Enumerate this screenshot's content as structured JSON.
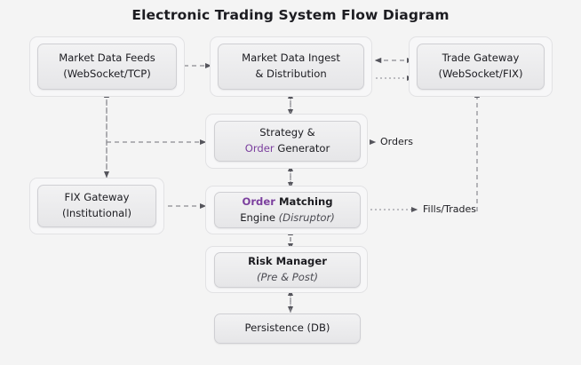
{
  "diagram": {
    "title": "Electronic Trading System Flow Diagram",
    "background": "#f4f4f4",
    "accent_color": "#7b3f9e",
    "line_color": "#8a8a90",
    "nodes": [
      {
        "id": "market-data-feeds",
        "line1": "Market Data Feeds",
        "line2": "(WebSocket/TCP)",
        "grouped": true,
        "bold_line1": false
      },
      {
        "id": "market-data-ingest",
        "line1": "Market Data Ingest",
        "line2": "& Distribution",
        "grouped": true,
        "bold_line1": false
      },
      {
        "id": "trade-gateway",
        "line1": "Trade Gateway",
        "line2": "(WebSocket/FIX)",
        "grouped": true,
        "bold_line1": false
      },
      {
        "id": "strategy-order-generator",
        "line1": "Strategy &",
        "line2_accent": "Order",
        "line2_rest": " Generator",
        "grouped": true,
        "bold_line1": false
      },
      {
        "id": "fix-gateway",
        "line1": "FIX Gateway",
        "line2": "(Institutional)",
        "grouped": true,
        "bold_line1": false
      },
      {
        "id": "order-matching-engine",
        "line1_accent": "Order",
        "line1_rest": " Matching",
        "line2": "Engine ",
        "line2_ital": "(Disruptor)",
        "grouped": true,
        "bold_line1": true
      },
      {
        "id": "risk-manager",
        "line1": "Risk Manager",
        "line2_ital": "(Pre & Post)",
        "grouped": true,
        "bold_line1": true
      },
      {
        "id": "persistence",
        "line1": "Persistence (DB)",
        "line2": "",
        "grouped": false,
        "bold_line1": false
      }
    ],
    "edge_labels": [
      {
        "id": "orders",
        "text": "Orders"
      },
      {
        "id": "fills-trades",
        "text": "Fills/Trades"
      }
    ]
  }
}
